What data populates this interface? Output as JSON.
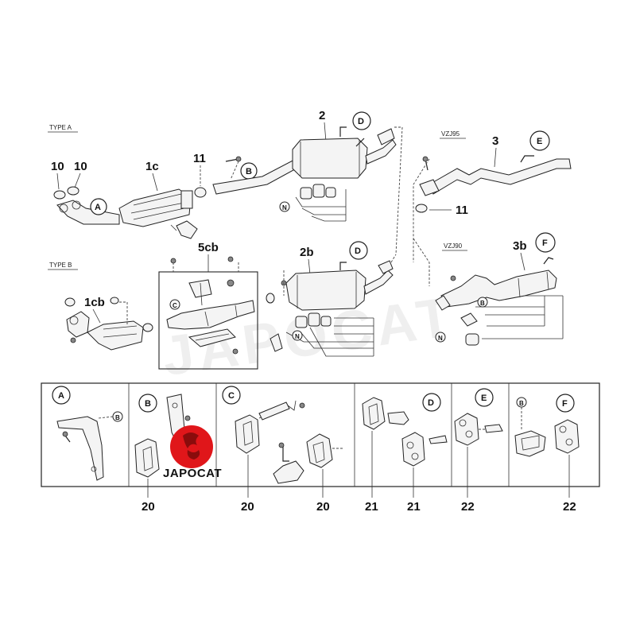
{
  "type_a_label": "TYPE A",
  "type_b_label": "TYPE B",
  "vzj95_label": "VZJ95",
  "vzj90_label": "VZJ90",
  "part_numbers": {
    "p10a": "10",
    "p10b": "10",
    "p1c": "1c",
    "p11a": "11",
    "p2": "2",
    "p3": "3",
    "p11b": "11",
    "p5cb": "5cb",
    "p2b": "2b",
    "p3b": "3b",
    "p1cb": "1cb"
  },
  "callouts": {
    "A": "A",
    "B": "B",
    "C": "C",
    "D": "D",
    "E": "E",
    "F": "F",
    "N": "N"
  },
  "panels": [
    {
      "letter": "A",
      "parts": []
    },
    {
      "letter": "B",
      "parts": [
        "20"
      ]
    },
    {
      "letter": "C",
      "parts": [
        "20",
        "20"
      ]
    },
    {
      "letter": "D",
      "parts": [
        "21",
        "21"
      ]
    },
    {
      "letter": "E",
      "parts": [
        "22"
      ]
    },
    {
      "letter": "F",
      "parts": [
        "22"
      ]
    }
  ],
  "logo": {
    "text": "JAPOCAT",
    "color": "#e0161a"
  },
  "watermark": "JAPOCAT"
}
